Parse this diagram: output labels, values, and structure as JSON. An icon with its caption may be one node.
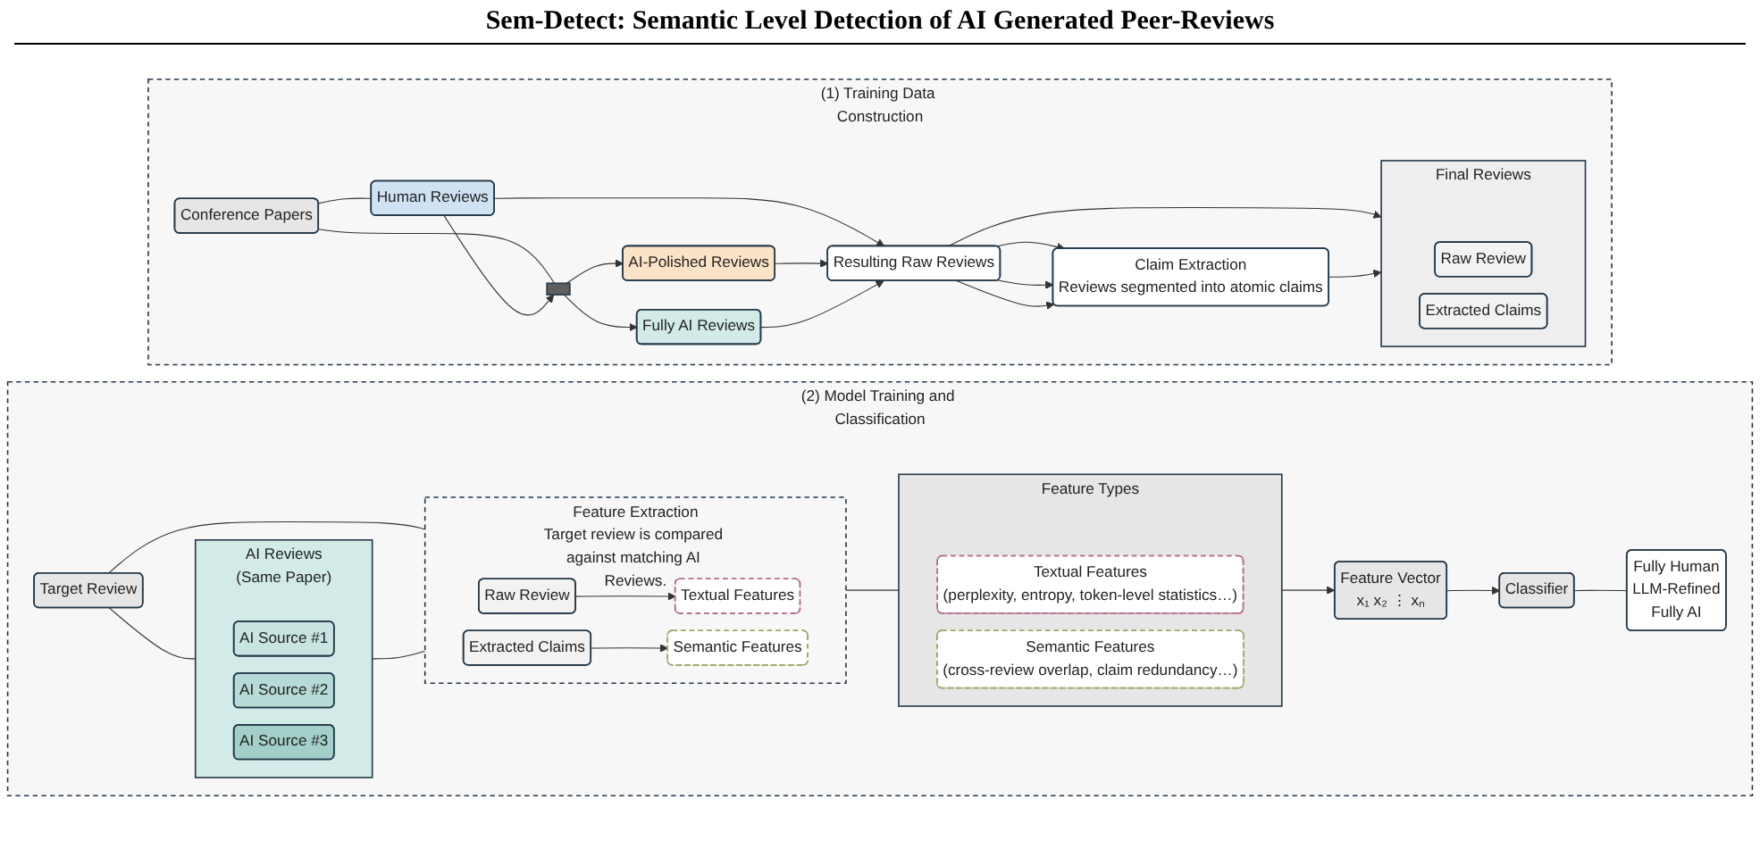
{
  "diagram": {
    "title": "Sem-Detect: Semantic Level Detection of AI Generated Peer-Reviews",
    "nodes": [
      {
        "text": [
          "(1) Training Data Construction"
        ]
      },
      {
        "text": [
          "Conference Papers"
        ],
        "in": 0
      },
      {
        "text": [
          "Human Reviews"
        ],
        "in": 0
      },
      {
        "text": [],
        "shape": "box",
        "in": 0
      },
      {
        "text": [
          "AI-Polished Reviews"
        ],
        "in": 0
      },
      {
        "text": [
          "Fully AI Reviews"
        ],
        "in": 0
      },
      {
        "text": [
          "Resulting Raw Reviews"
        ],
        "in": 0
      },
      {
        "text": [
          "Claim Extraction",
          "Reviews segmented into atomic claims"
        ],
        "in": 0
      },
      {
        "text": [
          "Final Reviews"
        ],
        "in": 0
      },
      {
        "text": [
          "Raw Review"
        ],
        "in": 8
      },
      {
        "text": [
          "Extracted Claims"
        ],
        "in": 8
      },
      {
        "text": [
          "(2) Model Training and Classification"
        ]
      },
      {
        "text": [
          "Target Review"
        ],
        "in": 11
      },
      {
        "text": [
          "AI Reviews",
          "(Same Paper)"
        ],
        "in": 11
      },
      {
        "text": [
          "AI Source #1"
        ],
        "in": 13
      },
      {
        "text": [
          "AI Source #2"
        ],
        "in": 13
      },
      {
        "text": [
          "AI Source #3"
        ],
        "in": 13
      },
      {
        "text": [
          "Feature Extraction",
          "Target review is compared against matching AI Reviews."
        ],
        "in": 11
      },
      {
        "text": [
          "Raw Review"
        ],
        "in": 17
      },
      {
        "text": [
          "Textual Features"
        ],
        "in": 17
      },
      {
        "text": [
          "Extracted Claims"
        ],
        "in": 17
      },
      {
        "text": [
          "Semantic Features"
        ],
        "in": 17
      },
      {
        "text": [
          "Feature Types"
        ],
        "in": 11
      },
      {
        "text": [
          "Textual Features",
          "(perplexity, entropy, token-level statistics…)"
        ],
        "in": 22
      },
      {
        "text": [
          "Semantic Features",
          "(cross-review overlap, claim redundancy…)"
        ],
        "in": 22
      },
      {
        "text": [
          "Feature Vector",
          "x₁ x₂ ⋮ xₙ"
        ],
        "in": 11
      },
      {
        "text": [
          "Classifier"
        ],
        "in": 11
      },
      {
        "text": [
          "Fully Human",
          "LLM-Refined",
          "Fully AI"
        ],
        "in": 11
      }
    ],
    "edges": [
      {
        "from": 1,
        "to": 2,
        "arrow": "none"
      },
      {
        "from": 1,
        "to": 3,
        "arrow": "none"
      },
      {
        "from": 2,
        "to": 3,
        "arrow": "to"
      },
      {
        "from": 2,
        "to": 6,
        "arrow": "to"
      },
      {
        "from": 3,
        "to": 4,
        "arrow": "to"
      },
      {
        "from": 3,
        "to": 5,
        "arrow": "to"
      },
      {
        "from": 4,
        "to": 6,
        "arrow": "to"
      },
      {
        "from": 5,
        "to": 6,
        "arrow": "to"
      },
      {
        "from": 6,
        "to": 7,
        "arrow": "to"
      },
      {
        "from": 6,
        "to": 7,
        "arrow": "to"
      },
      {
        "from": 6,
        "to": 7,
        "arrow": "to"
      },
      {
        "from": 6,
        "to": 8,
        "arrow": "to"
      },
      {
        "from": 7,
        "to": 8,
        "arrow": "to"
      },
      {
        "from": 12,
        "to": 13,
        "arrow": "none"
      },
      {
        "from": 12,
        "to": 17,
        "arrow": "none"
      },
      {
        "from": 13,
        "to": 17,
        "arrow": "none"
      },
      {
        "from": 17,
        "to": 22,
        "arrow": "none"
      },
      {
        "from": 18,
        "to": 19,
        "arrow": "to"
      },
      {
        "from": 20,
        "to": 21,
        "arrow": "to"
      },
      {
        "from": 22,
        "to": 25,
        "arrow": "to"
      },
      {
        "from": 25,
        "to": 26,
        "arrow": "to"
      },
      {
        "from": 26,
        "to": 27,
        "arrow": "none"
      }
    ]
  }
}
